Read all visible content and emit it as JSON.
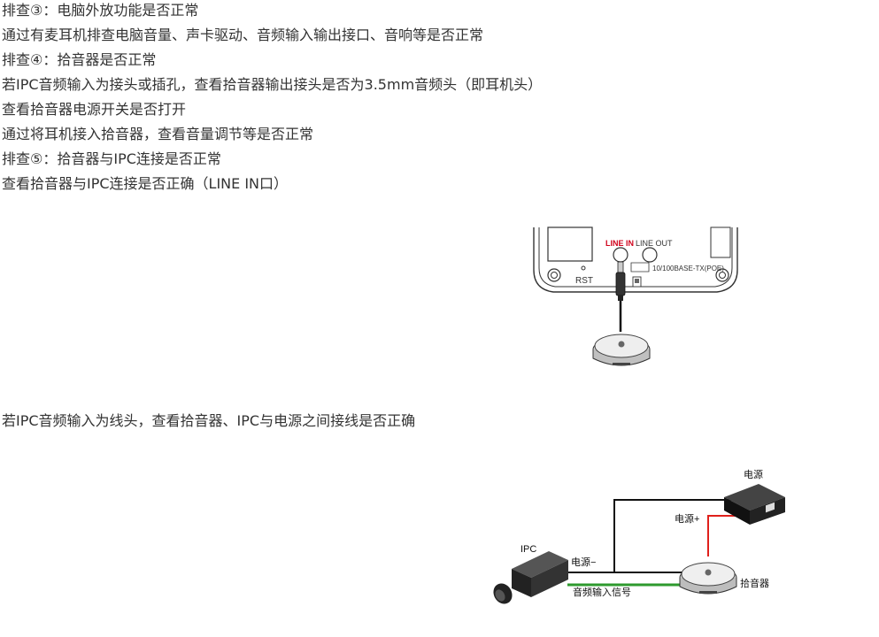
{
  "lines": [
    "排查③：电脑外放功能是否正常",
    "通过有麦耳机排查电脑音量、声卡驱动、音频输入输出接口、音响等是否正常",
    "排查④：拾音器是否正常",
    "若IPC音频输入为接头或插孔，查看拾音器输出接头是否为3.5mm音频头（即耳机头）",
    "查看拾音器电源开关是否打开",
    "通过将耳机接入拾音器，查看音量调节等是否正常",
    "排查⑤：拾音器与IPC连接是否正常",
    "查看拾音器与IPC连接是否正确（LINE IN口）"
  ],
  "line_wire_text": "若IPC音频输入为线头，查看拾音器、IPC与电源之间接线是否正确",
  "figure1": {
    "line_in": "LINE IN",
    "line_out": "LINE OUT",
    "ethernet": "10/100BASE-TX(POE)",
    "rst": "RST",
    "accent_red": "#d0021b"
  },
  "figure2": {
    "power_label": "电源",
    "power_plus": "电源+",
    "power_minus": "电源−",
    "ipc_label": "IPC",
    "audio_signal": "音频输入信号",
    "pickup_label": "拾音器",
    "wire_red": "#e0201b",
    "wire_green": "#2e9a2e",
    "wire_black": "#111111"
  }
}
